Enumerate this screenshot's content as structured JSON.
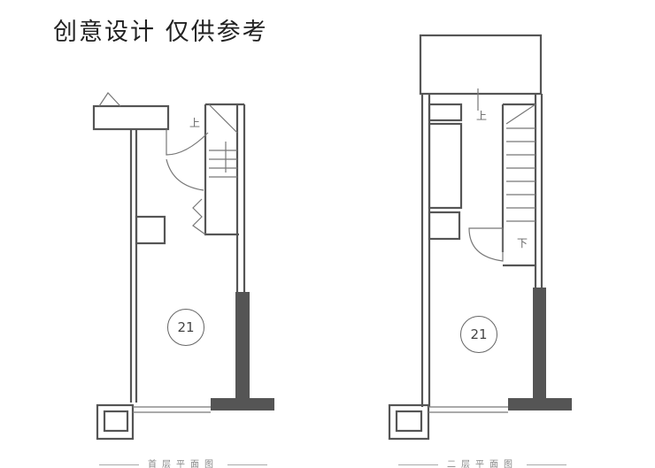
{
  "title": "创意设计 仅供参考",
  "plans": [
    {
      "unit_number": "21",
      "up_label": "上",
      "caption": "首层平面图"
    },
    {
      "unit_number": "21",
      "up_label": "上",
      "down_label": "下",
      "caption": "二层平面图"
    }
  ]
}
